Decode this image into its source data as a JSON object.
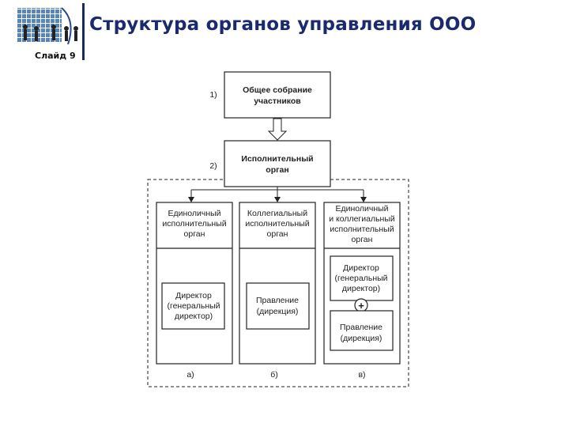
{
  "header": {
    "title": "Структура органов управления ООО",
    "slide_label": "Слайд 9"
  },
  "diagram": {
    "step1_num": "1)",
    "step1_lines": [
      "Общее собрание",
      "участников"
    ],
    "step2_num": "2)",
    "step2_lines": [
      "Исполнительный",
      "орган"
    ],
    "col_a_title": [
      "Единоличный",
      "исполнительный",
      "орган"
    ],
    "col_b_title": [
      "Коллегиальный",
      "исполнительный",
      "орган"
    ],
    "col_c_title": [
      "Единоличный",
      "и коллегиальный",
      "исполнительный",
      "орган"
    ],
    "col_a_box": [
      "Директор",
      "(генеральный",
      "директор)"
    ],
    "col_b_box": [
      "Правление",
      "(дирекция)"
    ],
    "col_c_box1": [
      "Директор",
      "(генеральный",
      "директор)"
    ],
    "col_c_plus": "+",
    "col_c_box2": [
      "Правление",
      "(дирекция)"
    ],
    "label_a": "а)",
    "label_b": "б)",
    "label_c": "в)"
  }
}
